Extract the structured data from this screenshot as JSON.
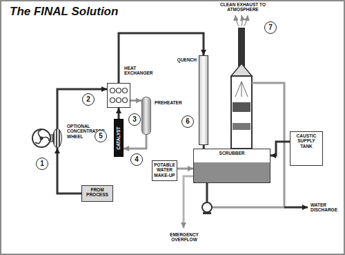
{
  "diagram": {
    "title": "The FINAL Solution",
    "nodes": [
      {
        "text": [
          "FROM PROCESS"
        ]
      },
      {
        "text": [
          "OPTIONAL CONCENTRATOR WHEEL"
        ]
      },
      {
        "text": [
          "HEAT EXCHANGER"
        ]
      },
      {
        "text": [
          "PREHEATER"
        ]
      },
      {
        "text": [
          "CATALYST"
        ]
      },
      {
        "text": [
          "QUENCH"
        ]
      },
      {
        "text": [
          "POTABLE WATER MAKE-UP"
        ]
      },
      {
        "text": [
          "SCRUBBER"
        ]
      },
      {
        "text": [
          "CAUSTIC SUPPLY TANK"
        ]
      }
    ],
    "edges": [
      {
        "from": 0,
        "to": 1,
        "arrow": "to"
      },
      {
        "from": 1,
        "to": 2,
        "arrow": "to"
      },
      {
        "from": 2,
        "to": 3,
        "arrow": "to"
      },
      {
        "from": 3,
        "to": 4,
        "arrow": "to"
      },
      {
        "from": 4,
        "to": 2,
        "arrow": "to"
      },
      {
        "from": 2,
        "to": 5,
        "arrow": "to"
      },
      {
        "from": 5,
        "to": 7,
        "arrow": "none"
      },
      {
        "from": 6,
        "to": 7,
        "arrow": "to"
      },
      {
        "from": 8,
        "to": 7,
        "arrow": "to"
      }
    ],
    "labels": [
      "1",
      "2",
      "3",
      "4",
      "5",
      "6",
      "7",
      "CLEAN EXHAUST TO ATMOSPHERE",
      "WATER DISCHARGE",
      "EMERGENCY OVERFLOW"
    ]
  }
}
